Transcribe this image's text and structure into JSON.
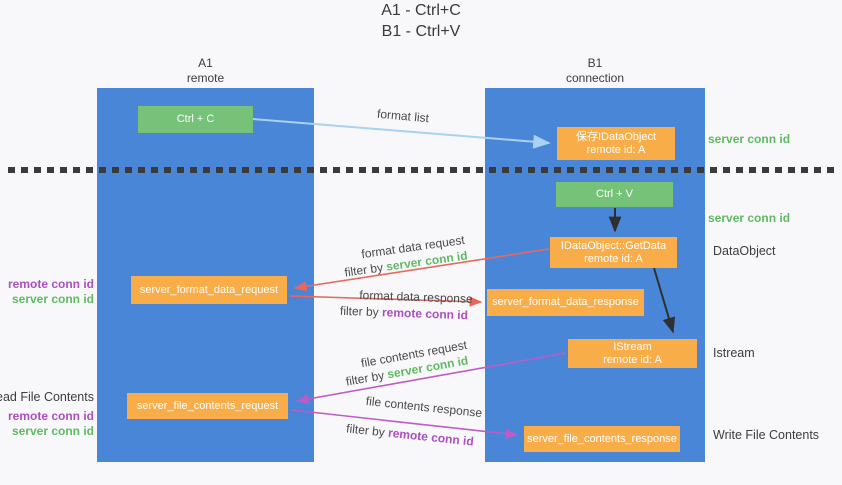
{
  "title": {
    "line1": "A1 - Ctrl+C",
    "line2": "B1 - Ctrl+V"
  },
  "lanes": {
    "left": {
      "title": "A1",
      "subtitle": "remote"
    },
    "right": {
      "title": "B1",
      "subtitle": "connection"
    }
  },
  "nodes": {
    "ctrl_c": {
      "label": "Ctrl + C"
    },
    "save_idataobject": {
      "line1": "保存IDataObject",
      "line2": "remote id: A"
    },
    "ctrl_v": {
      "label": "Ctrl + V"
    },
    "idataobject_getdata": {
      "line1": "IDataObject::GetData",
      "line2": "remote id: A"
    },
    "server_format_data_request": {
      "label": "server_format_data_request"
    },
    "server_format_data_response": {
      "label": "server_format_data_response"
    },
    "istream": {
      "line1": "IStream",
      "line2": "remote id: A"
    },
    "server_file_contents_request": {
      "label": "server_file_contents_request"
    },
    "server_file_contents_response": {
      "label": "server_file_contents_response"
    }
  },
  "flow_labels": {
    "format_list": "format list",
    "format_data_request": "format data request",
    "filter_server_1": {
      "prefix": "filter by ",
      "highlight": "server conn id"
    },
    "format_data_response": "format data response",
    "filter_remote_1": {
      "prefix": "filter by ",
      "highlight": "remote conn id"
    },
    "file_contents_request": "file contents request",
    "filter_server_2": {
      "prefix": "filter by ",
      "highlight": "server conn id"
    },
    "file_contents_response": "file contents response",
    "filter_remote_2": {
      "prefix": "filter by ",
      "highlight": "remote conn id"
    }
  },
  "side_labels": {
    "left": {
      "pair1_remote": "remote conn id",
      "pair1_server": "server conn id",
      "read_file_contents": "Read File Contents",
      "pair2_remote": "remote conn id",
      "pair2_server": "server conn id"
    },
    "right": {
      "server_conn_id_top": "server conn id",
      "server_conn_id_mid": "server conn id",
      "dataobject": "DataObject",
      "istream": "Istream",
      "write_file_contents": "Write File Contents"
    }
  },
  "colors": {
    "lane_blue": "#4a86d8",
    "node_green": "#76c279",
    "node_orange": "#f9ad49",
    "arrow_blue": "#a8d2ef",
    "arrow_red": "#e8695c",
    "arrow_purple": "#bd5cc4",
    "arrow_black": "#2f2f2f",
    "text_green": "#5fba61",
    "text_purple": "#ab4fc1",
    "text_dark": "#3c3c3c"
  }
}
